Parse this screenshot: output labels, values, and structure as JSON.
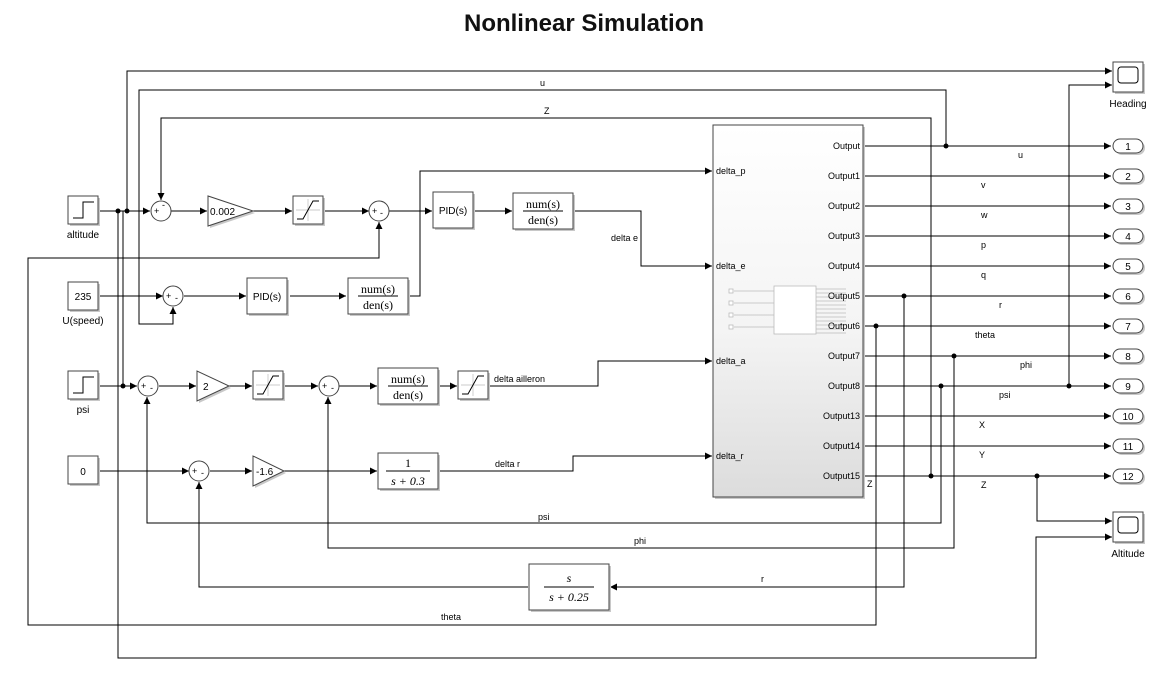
{
  "title": "Nonlinear Simulation",
  "sources": {
    "altitude": "altitude",
    "speed_value": "235",
    "speed": "U(speed)",
    "psi": "psi",
    "zero": "0"
  },
  "gains": {
    "alt": "0.002",
    "psi": "2",
    "r": "-1.6"
  },
  "pid": "PID(s)",
  "tf": {
    "num": "num(s)",
    "den": "den(s)",
    "r_num": "1",
    "r_den": "s + 0.3",
    "wash_num": "s",
    "wash_den": "s + 0.25"
  },
  "sum_signs": {
    "plus": "+",
    "minus": "-"
  },
  "subsystem": {
    "inputs": [
      "delta_p",
      "delta_e",
      "delta_a",
      "delta_r"
    ],
    "outputs": [
      "Output",
      "Output1",
      "Output2",
      "Output3",
      "Output4",
      "Output5",
      "Output6",
      "Output7",
      "Output8",
      "Output13",
      "Output14",
      "Output15"
    ]
  },
  "out_ports": [
    "1",
    "2",
    "3",
    "4",
    "5",
    "6",
    "7",
    "8",
    "9",
    "10",
    "11",
    "12"
  ],
  "out_signals": [
    "u",
    "v",
    "w",
    "p",
    "q",
    "r",
    "theta",
    "phi",
    "psi",
    "X",
    "Y",
    "Z"
  ],
  "scopes": {
    "heading": "Heading",
    "altitude": "Altitude"
  },
  "signals": {
    "u_top": "u",
    "z_top": "Z",
    "delta_e": "delta e",
    "delta_aileron": "delta ailleron",
    "delta_r": "delta r",
    "psi_fb": "psi",
    "phi_fb": "phi",
    "r_fb": "r",
    "theta_fb": "theta",
    "z_sub": "Z"
  }
}
